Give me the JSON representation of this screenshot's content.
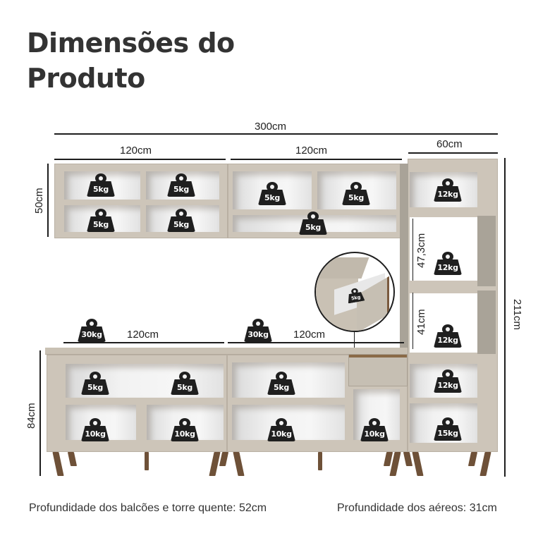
{
  "title_line1": "Dimensões do",
  "title_line2": "Produto",
  "dimensions": {
    "total_width": "300cm",
    "upper_left_width": "120cm",
    "upper_middle_width": "120cm",
    "tower_width": "60cm",
    "upper_height": "50cm",
    "lower_left_width": "120cm",
    "lower_middle_width": "120cm",
    "lower_height": "84cm",
    "tower_height": "211cm",
    "tower_niche_upper": "47,3cm",
    "tower_niche_lower": "41cm"
  },
  "weights": {
    "upper_left": [
      "5kg",
      "5kg",
      "5kg",
      "5kg"
    ],
    "upper_middle": [
      "5kg",
      "5kg",
      "5kg"
    ],
    "tower": [
      "12kg",
      "12kg",
      "12kg",
      "12kg",
      "15kg"
    ],
    "drawer": "5kg",
    "counter_tops": [
      "30kg",
      "30kg"
    ],
    "lower_left": [
      "5kg",
      "5kg",
      "10kg",
      "10kg"
    ],
    "lower_middle": [
      "5kg",
      "10kg",
      "10kg"
    ]
  },
  "footer": {
    "depth_counters": "Profundidade dos balcões e torre quente: 52cm",
    "depth_upper": "Profundidade dos aéreos: 31cm"
  },
  "colors": {
    "cabinet": "#cdc5b9",
    "weight_icon": "#1f1f1f",
    "legs": "#6e5138",
    "text": "#333333"
  }
}
